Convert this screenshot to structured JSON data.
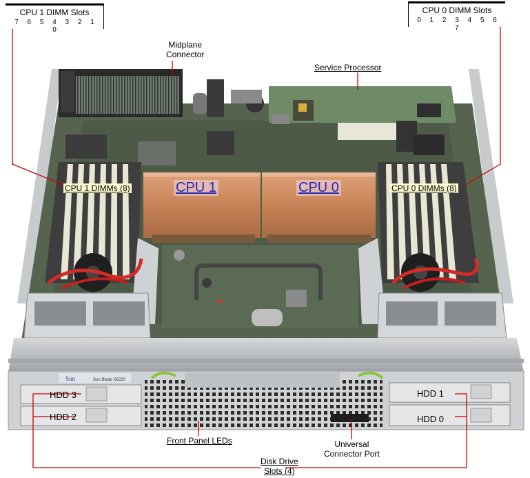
{
  "dimm_boxes": {
    "cpu1": {
      "title": "CPU 1 DIMM Slots",
      "numbers": "7 6 5 4 3 2 1 0"
    },
    "cpu0": {
      "title": "CPU 0 DIMM Slots",
      "numbers": "0 1 2 3 4 5 6 7"
    }
  },
  "callouts": {
    "midplane": {
      "line1": "Midplane",
      "line2": "Connector"
    },
    "service_processor": "Service Processor",
    "cpu1_dimms": "CPU 1 DIMMs (8)",
    "cpu0_dimms": "CPU 0 DIMMs (8)",
    "front_panel_leds": "Front Panel LEDs",
    "universal_port": {
      "line1": "Universal",
      "line2": "Connector Port"
    },
    "disk_drive": {
      "line1": "Disk Drive",
      "line2": "Slots (4)"
    }
  },
  "cpu_labels": {
    "cpu1": "CPU 1",
    "cpu0": "CPU 0"
  },
  "hdd_labels": {
    "hdd3": "HDD 3",
    "hdd2": "HDD 2",
    "hdd1": "HDD 1",
    "hdd0": "HDD 0"
  },
  "faceplate": {
    "brand": "Sun",
    "model": "Sun Blade X6220"
  },
  "colors": {
    "leader": "#cc0000",
    "heatsink": "#c98a5e",
    "board": "#5a6a55",
    "chassis": "#b8bcbf"
  }
}
